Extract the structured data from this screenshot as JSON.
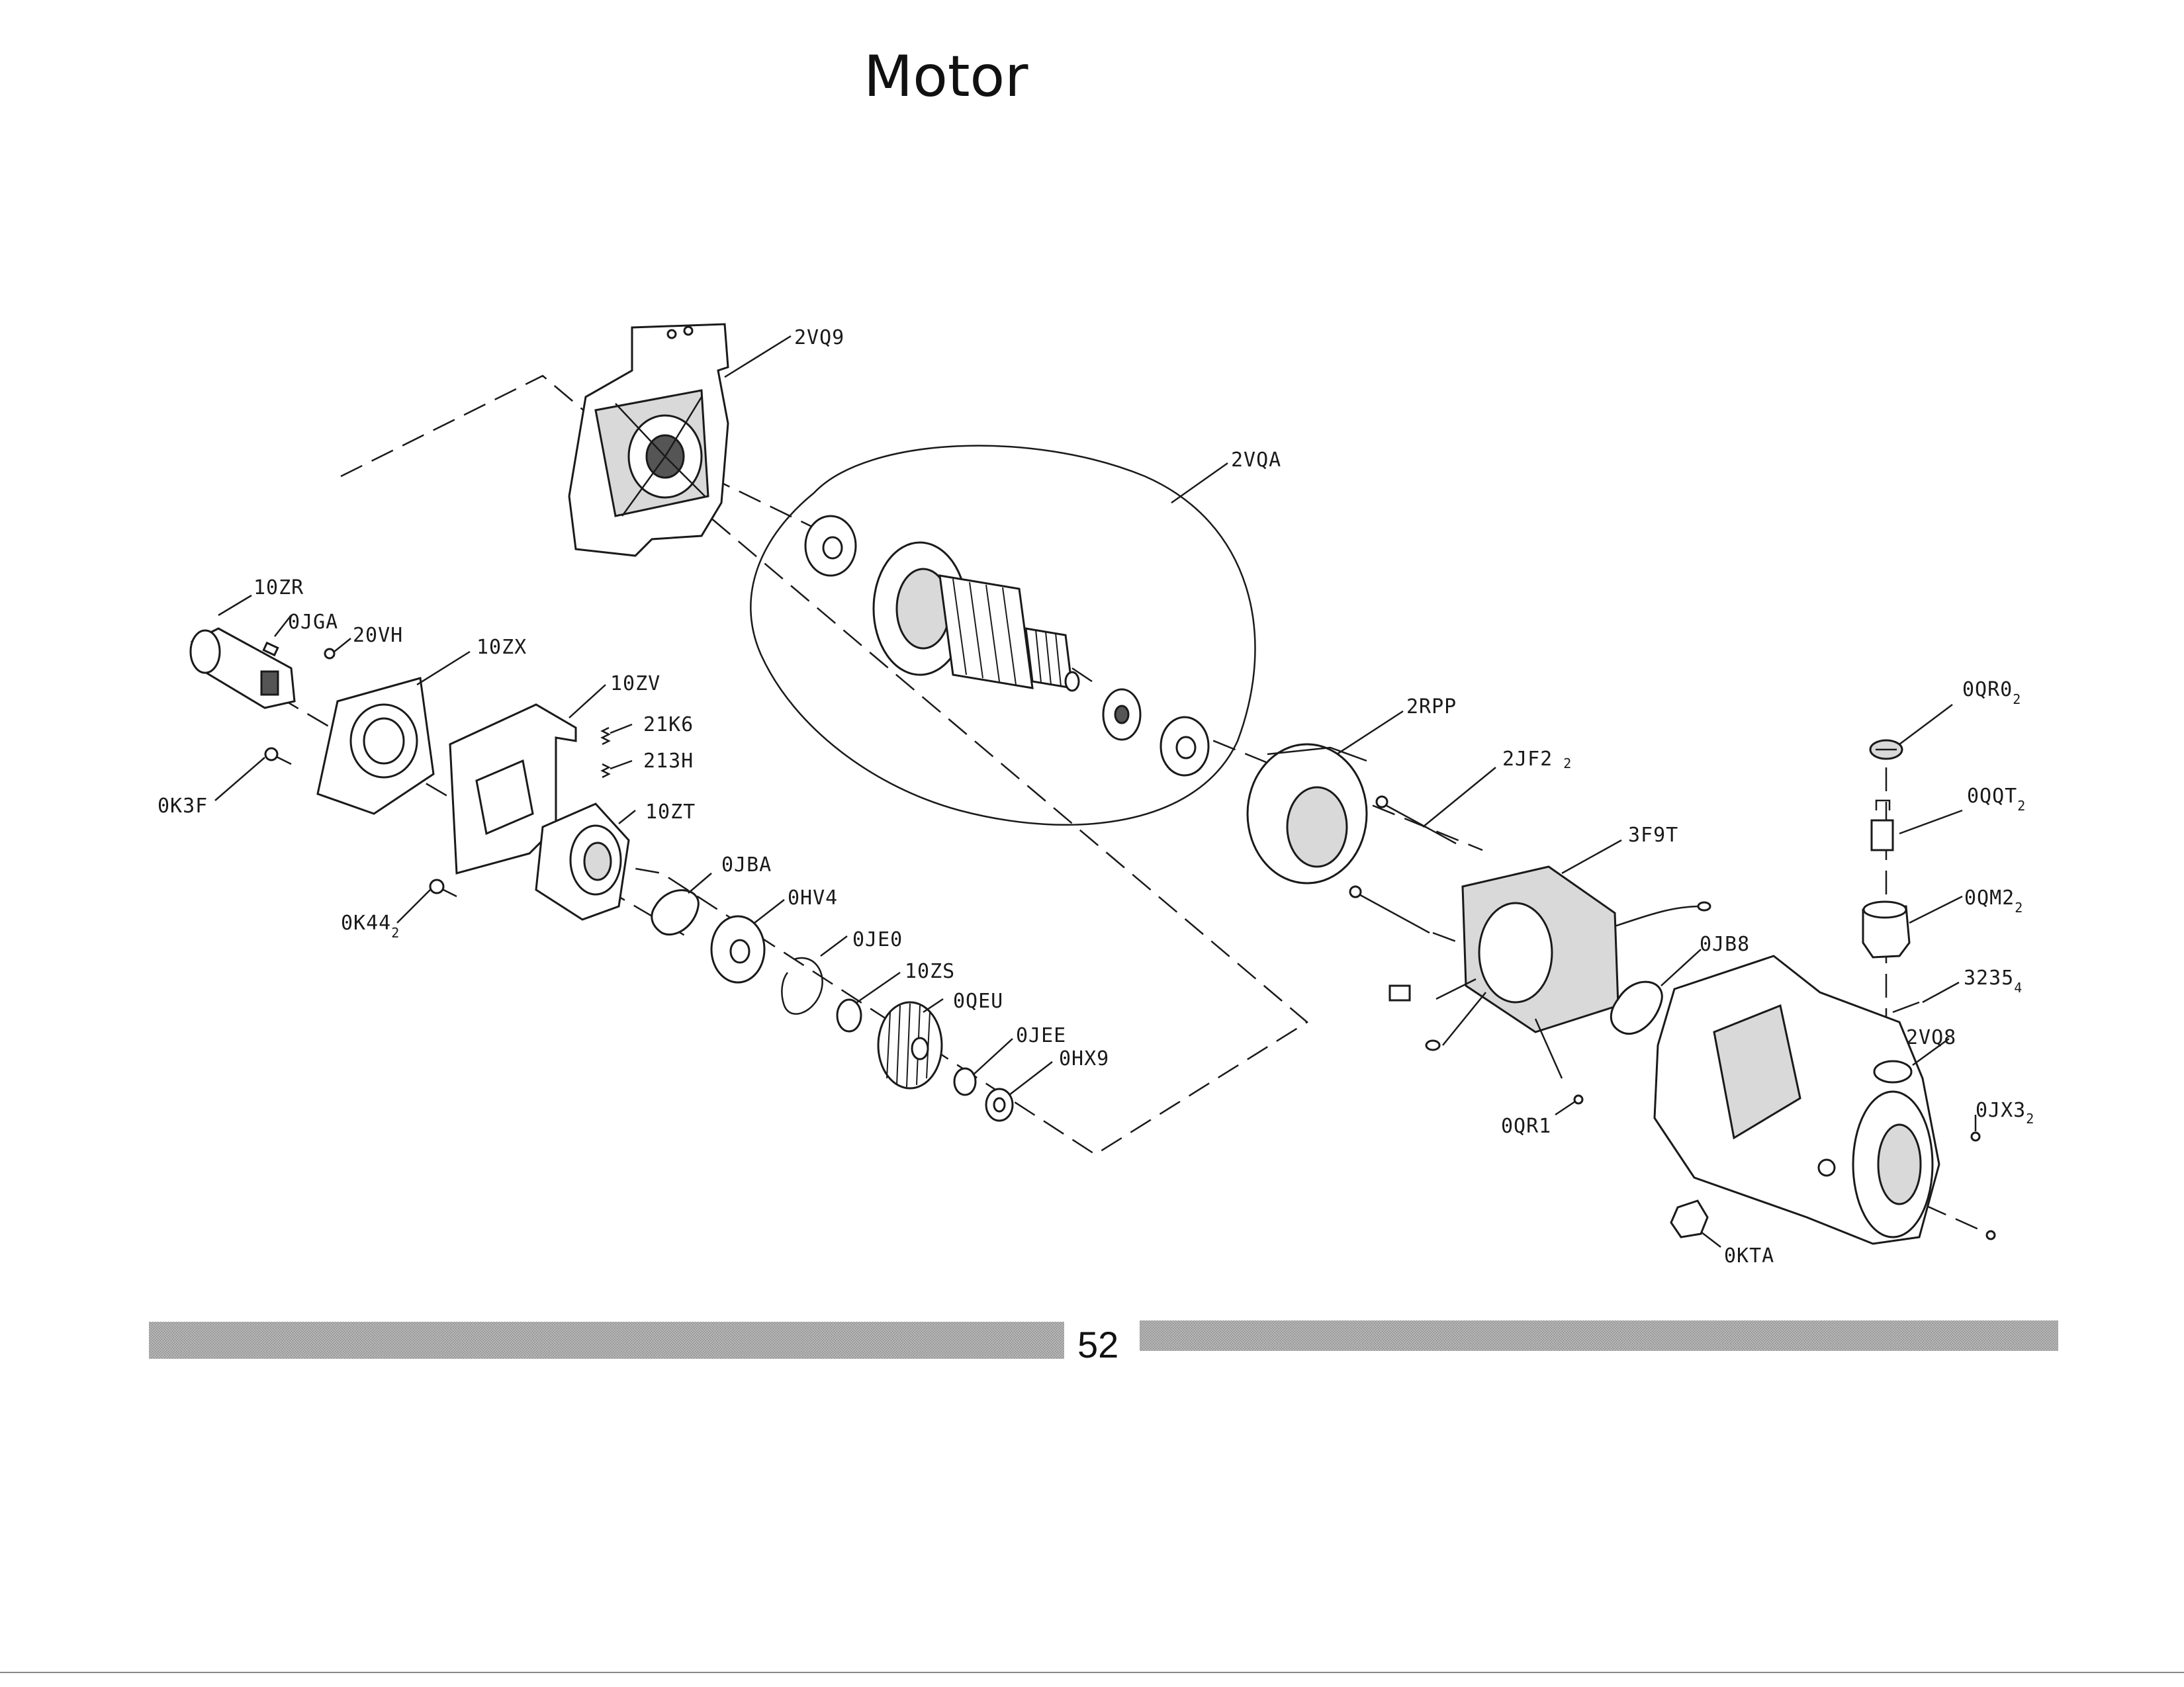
{
  "page": {
    "title": "Motor",
    "page_number": "52"
  },
  "parts": {
    "p_2vq9": "2VQ9",
    "p_2vqa": "2VQA",
    "p_10zr": "10ZR",
    "p_0jga": "0JGA",
    "p_20vh": "20VH",
    "p_10zx": "10ZX",
    "p_10zv": "10ZV",
    "p_21k6": "21K6",
    "p_213h": "213H",
    "p_10zt": "10ZT",
    "p_0k3f": "0K3F",
    "p_0k44": "0K44",
    "p_0k44_sub": "2",
    "p_0jba": "0JBA",
    "p_0hv4": "0HV4",
    "p_0je0": "0JE0",
    "p_10zs": "10ZS",
    "p_0qeu": "0QEU",
    "p_0jee": "0JEE",
    "p_0hx9": "0HX9",
    "p_2rpp": "2RPP",
    "p_2jf2": "2JF2",
    "p_2jf2_sub": "2",
    "p_3f9t": "3F9T",
    "p_0jb8": "0JB8",
    "p_0qr1": "0QR1",
    "p_0qr0": "0QR0",
    "p_0qr0_sub": "2",
    "p_0qqt": "0QQT",
    "p_0qqt_sub": "2",
    "p_0qm2": "0QM2",
    "p_0qm2_sub": "2",
    "p_3235": "3235",
    "p_3235_sub": "4",
    "p_2vq8": "2VQ8",
    "p_0jx3": "0JX3",
    "p_0jx3_sub": "2",
    "p_0kta": "0KTA"
  }
}
